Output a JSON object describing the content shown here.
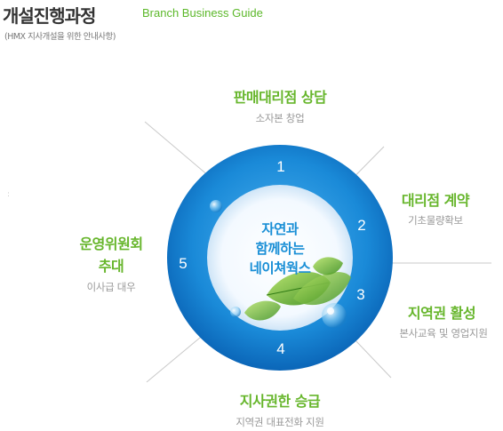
{
  "header": {
    "title": "개설진행과정",
    "title_en": "Branch Business Guide",
    "subtitle": "(HMX 지사개설을 위한 안내사항)"
  },
  "center": {
    "line1": "자연과",
    "line2": "함께하는",
    "line3": "네이쳐웍스"
  },
  "steps": [
    {
      "number": "1",
      "title": "판매대리점 상담",
      "desc": "소자본 창업"
    },
    {
      "number": "2",
      "title": "대리점 계약",
      "desc": "기초물량확보"
    },
    {
      "number": "3",
      "title": "지역권 활성",
      "desc": "본사교육 및 영업지원"
    },
    {
      "number": "4",
      "title": "지사권한 승급",
      "desc": "지역권 대표전화 지원"
    },
    {
      "number": "5",
      "title_line1": "운영위원회",
      "title_line2": "추대",
      "desc": "이사급 대우"
    }
  ],
  "colors": {
    "accent_green": "#67b62c",
    "ring_blue": "#0f7fd0",
    "center_text_blue": "#1a8fd6",
    "desc_gray": "#9a9a9a"
  },
  "icons": [
    "leaf-icon",
    "water-drop-icon"
  ]
}
